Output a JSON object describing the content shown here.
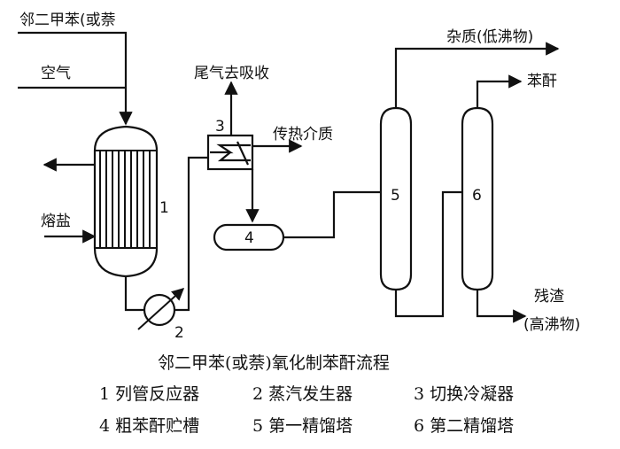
{
  "labels": {
    "feed_xylene": "邻二甲苯(或萘",
    "feed_air": "空气",
    "off_gas": "尾气去吸收",
    "heat_medium": "传热介质",
    "molten_salt": "熔盐",
    "impurities": "杂质(低沸物)",
    "product": "苯酐",
    "residue_line1": "残渣",
    "residue_line2": "(高沸物)"
  },
  "equipment_numbers": {
    "reactor": "1",
    "steam_generator": "2",
    "switch_condenser": "3",
    "crude_tank": "4",
    "column_1": "5",
    "column_2": "6"
  },
  "caption": "邻二甲苯(或萘)氧化制苯酐流程",
  "legend": [
    "1 列管反应器",
    "2 蒸汽发生器",
    "3 切换冷凝器",
    "4 粗苯酐贮槽",
    "5 第一精馏塔",
    "6 第二精馏塔"
  ]
}
